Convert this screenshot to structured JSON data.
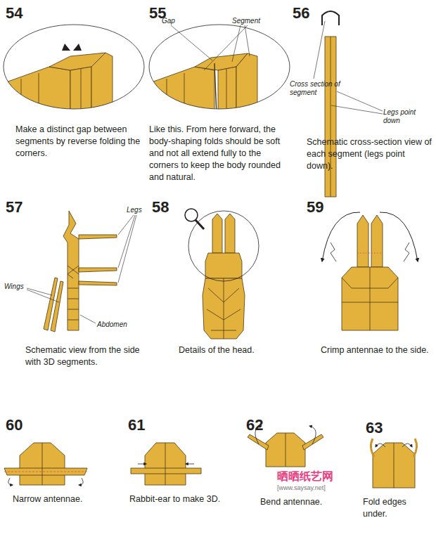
{
  "diagram": {
    "labels": [
      "54",
      "55",
      "56",
      "Gap",
      "Segment",
      "Make a distinct gap between segments by reverse folding the corners.",
      "Like this. From here forward, the body-shaping folds should be soft and not all extend fully to the corners to keep the body rounded and natural.",
      "Cross section of segment",
      "Legs point down",
      "Schematic cross-section view of each segment (legs point down).",
      "57",
      "58",
      "59",
      "Legs",
      "Wings",
      "Abdomen",
      "Schematic view from the side with 3D segments.",
      "Details of the head.",
      "Crimp antennae to the side.",
      "60",
      "61",
      "62",
      "63",
      "晒晒纸艺网",
      "[www.saysay.net]",
      "Narrow antennae.",
      "Rabbit-ear to make 3D.",
      "Bend antennae.",
      "Fold edges under."
    ]
  }
}
